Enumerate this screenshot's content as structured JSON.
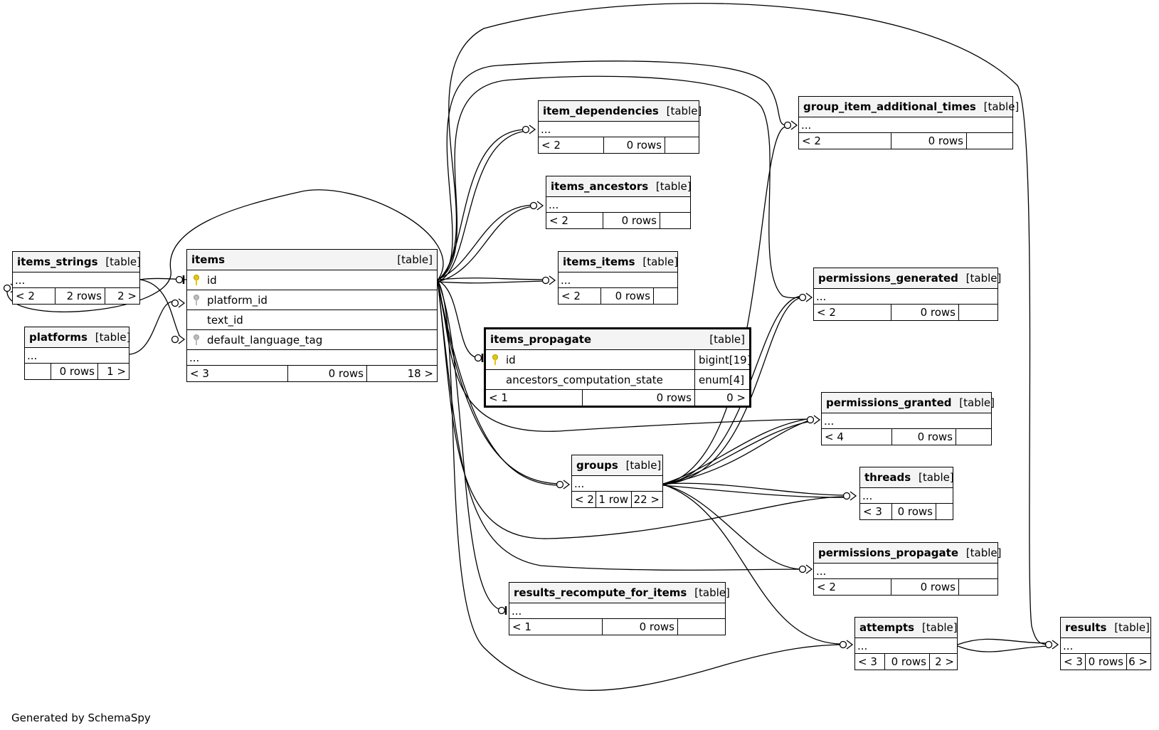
{
  "footer": {
    "generated_by": "Generated by SchemaSpy"
  },
  "tables": {
    "items_strings": {
      "name": "items_strings",
      "type": "[table]",
      "dots": "...",
      "parents": "< 2",
      "rows": "2 rows",
      "children": "2 >"
    },
    "platforms": {
      "name": "platforms",
      "type": "[table]",
      "dots": "...",
      "parents": "",
      "rows": "0 rows",
      "children": "1 >"
    },
    "items": {
      "name": "items",
      "type": "[table]",
      "columns": [
        {
          "name": "id",
          "key": "primary"
        },
        {
          "name": "platform_id",
          "key": "foreign"
        },
        {
          "name": "text_id",
          "key": ""
        },
        {
          "name": "default_language_tag",
          "key": "foreign"
        }
      ],
      "dots": "...",
      "parents": "< 3",
      "rows": "0 rows",
      "children": "18 >"
    },
    "item_dependencies": {
      "name": "item_dependencies",
      "type": "[table]",
      "dots": "...",
      "parents": "< 2",
      "rows": "0 rows",
      "children": ""
    },
    "items_ancestors": {
      "name": "items_ancestors",
      "type": "[table]",
      "dots": "...",
      "parents": "< 2",
      "rows": "0 rows",
      "children": ""
    },
    "items_items": {
      "name": "items_items",
      "type": "[table]",
      "dots": "...",
      "parents": "< 2",
      "rows": "0 rows",
      "children": ""
    },
    "items_propagate": {
      "name": "items_propagate",
      "type": "[table]",
      "columns": [
        {
          "name": "id",
          "key": "primary",
          "dtype": "bigint[19]"
        },
        {
          "name": "ancestors_computation_state",
          "key": "",
          "dtype": "enum[4]"
        }
      ],
      "parents": "< 1",
      "rows": "0 rows",
      "children": "0 >"
    },
    "groups": {
      "name": "groups",
      "type": "[table]",
      "dots": "...",
      "parents": "< 2",
      "rows": "1 row",
      "children": "22 >"
    },
    "results_recompute_for_items": {
      "name": "results_recompute_for_items",
      "type": "[table]",
      "dots": "...",
      "parents": "< 1",
      "rows": "0 rows",
      "children": ""
    },
    "group_item_additional_times": {
      "name": "group_item_additional_times",
      "type": "[table]",
      "dots": "...",
      "parents": "< 2",
      "rows": "0 rows",
      "children": ""
    },
    "permissions_generated": {
      "name": "permissions_generated",
      "type": "[table]",
      "dots": "...",
      "parents": "< 2",
      "rows": "0 rows",
      "children": ""
    },
    "permissions_granted": {
      "name": "permissions_granted",
      "type": "[table]",
      "dots": "...",
      "parents": "< 4",
      "rows": "0 rows",
      "children": ""
    },
    "threads": {
      "name": "threads",
      "type": "[table]",
      "dots": "...",
      "parents": "< 3",
      "rows": "0 rows",
      "children": ""
    },
    "permissions_propagate": {
      "name": "permissions_propagate",
      "type": "[table]",
      "dots": "...",
      "parents": "< 2",
      "rows": "0 rows",
      "children": ""
    },
    "attempts": {
      "name": "attempts",
      "type": "[table]",
      "dots": "...",
      "parents": "< 3",
      "rows": "0 rows",
      "children": "2 >"
    },
    "results": {
      "name": "results",
      "type": "[table]",
      "dots": "...",
      "parents": "< 3",
      "rows": "0 rows",
      "children": "6 >"
    }
  }
}
